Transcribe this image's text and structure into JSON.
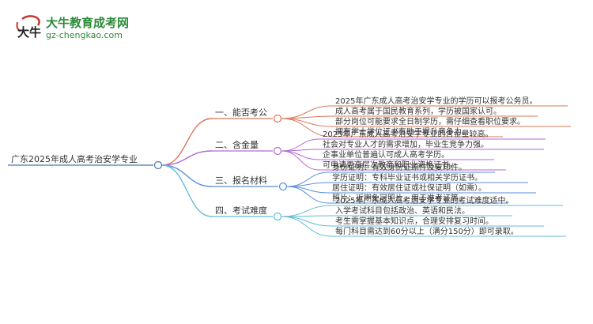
{
  "logo": {
    "mark_text": "大牛",
    "brand_name": "大牛教育成考网",
    "url": "gz-chengkao.com"
  },
  "mindmap": {
    "root": "广东2025年成人高考治安学专业",
    "branches": [
      {
        "label": "一、能否考公",
        "color": "#d9775a",
        "items": [
          "2025年广东成人高考治安学专业的学历可以报考公务员。",
          "成人高考属于国民教育系列，学历被国家认可。",
          "部分岗位可能要求全日制学历，需仔细查看职位要求。",
          "拥有学士学位证书有助于提升竞争力。"
        ]
      },
      {
        "label": "二、含金量",
        "color": "#b06ad4",
        "items": [
          "2025年广东成人高考治安学专业的含金量较高。",
          "社会对专业人才的需求增加，毕业生竞争力强。",
          "企事业单位普遍认可成人高考学历。",
          "可申请更高层次教育和职业资格证书。"
        ]
      },
      {
        "label": "三、报名材料",
        "color": "#5a8fd9",
        "items": [
          "身份证明：有效身份证原件及复印件。",
          "学历证明：专科毕业证书或相关学历证书。",
          "居住证明：有效居住证或社保证明（如需）。",
          "照片：近期免冠照片，用于准考证等。"
        ]
      },
      {
        "label": "四、考试难度",
        "color": "#62bcd8",
        "items": [
          "2025年广东成人高考治安学专业的考试难度适中。",
          "入学考试科目包括政治、英语和民法。",
          "考生需掌握基本知识点，合理安排复习时间。",
          "每门科目需达到60分以上（满分150分）即可录取。"
        ]
      }
    ]
  }
}
